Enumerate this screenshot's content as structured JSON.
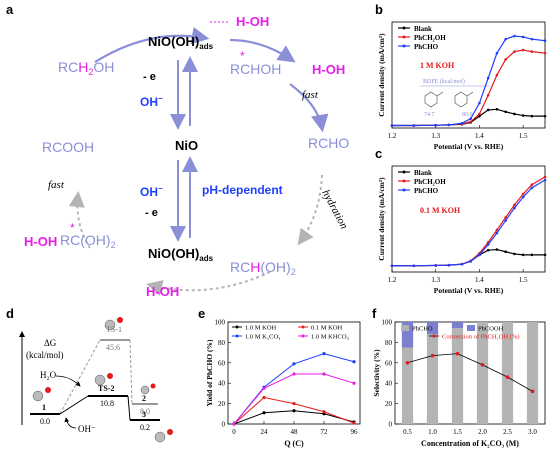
{
  "panel_labels": {
    "a": "a",
    "b": "b",
    "c": "c",
    "d": "d",
    "e": "e",
    "f": "f"
  },
  "scheme": {
    "nio": "NiO",
    "nioooh_top": "NiO(OH)",
    "nioooh_top_sub": "ads",
    "nioooh_bottom": "NiO(OH)",
    "nioooh_bottom_sub": "ads",
    "minus_e_top": "- e",
    "oh_top": "OH",
    "oh_bottom": "OH",
    "minus_e_bottom": "- e",
    "h_oh": "H-OH",
    "fast": "fast",
    "hydration": "hydration",
    "ph_dependent": "pH-dependent",
    "species": {
      "rch2oh_r": "R",
      "rch2oh_c": "C",
      "rch2oh_h2": "H",
      "rch2oh_2": "2",
      "rch2oh_oh": "OH",
      "rchoh_r": "R",
      "rchoh_c": "C",
      "rchoh_h": "H",
      "rchoh_oh": "OH",
      "rchoh_dot": "*",
      "rcho": "RCHO",
      "rchoh2_rc": "RC",
      "rchoh2_h": "H",
      "rchoh2_oh": "(OH)",
      "rchoh2_2": "2",
      "rcoh2_r": "R",
      "rcoh2_c": "C",
      "rcoh2_oh": "(OH)",
      "rcoh2_2": "2",
      "rcoh2_dot": "*",
      "rcooh": "RCOOH"
    }
  },
  "panel_b": {
    "condition": "1 M KOH",
    "bdfe_title": "BDFE (kcal/mol)",
    "bdfe_values": [
      "74.7",
      "80.6"
    ]
  },
  "panel_c": {
    "condition": "0.1 M KOH"
  },
  "panel_d": {
    "axis_label_top": "ΔG",
    "axis_label_bottom": "(kcal/mol)",
    "states": [
      {
        "label": "1",
        "value": "0.0"
      },
      {
        "label": "TS-1",
        "value": "45.6"
      },
      {
        "label": "TS-2",
        "value": "10.8"
      },
      {
        "label": "2",
        "value": "8.0"
      },
      {
        "label": "3",
        "value": "0.2"
      }
    ],
    "h2o": "H₂O",
    "oh": "OH⁻"
  },
  "colors": {
    "black": "#000000",
    "red": "#e41a1c",
    "blue": "#1f3fff",
    "magenta": "#e61ee6",
    "lavender": "#8a8fd8",
    "gray": "#b4b4b4",
    "purple": "#7b7fd0"
  },
  "chart_data": [
    {
      "type": "line",
      "panel": "b",
      "xlabel": "Potential (V vs. RHE)",
      "ylabel": "Current density (mA/cm²)",
      "xlim": [
        1.2,
        1.55
      ],
      "xticks": [
        "1.2",
        "1.3",
        "1.4",
        "1.5"
      ],
      "legend_position": "top-left",
      "series": [
        {
          "name": "Blank",
          "color": "#000000",
          "x": [
            1.2,
            1.25,
            1.3,
            1.33,
            1.36,
            1.38,
            1.4,
            1.42,
            1.44,
            1.46,
            1.48,
            1.5,
            1.52,
            1.55
          ],
          "y": [
            0.08,
            0.08,
            0.09,
            0.1,
            0.12,
            0.18,
            0.38,
            0.58,
            0.6,
            0.52,
            0.45,
            0.4,
            0.38,
            0.38
          ]
        },
        {
          "name": "PhCH₂OH",
          "color": "#e41a1c",
          "x": [
            1.2,
            1.25,
            1.3,
            1.33,
            1.36,
            1.38,
            1.4,
            1.42,
            1.44,
            1.46,
            1.48,
            1.5,
            1.52,
            1.55
          ],
          "y": [
            0.08,
            0.08,
            0.09,
            0.1,
            0.13,
            0.2,
            0.45,
            1.05,
            1.7,
            2.2,
            2.45,
            2.5,
            2.45,
            2.4
          ]
        },
        {
          "name": "PhCHO",
          "color": "#1f3fff",
          "x": [
            1.2,
            1.25,
            1.3,
            1.33,
            1.36,
            1.38,
            1.4,
            1.42,
            1.44,
            1.46,
            1.48,
            1.5,
            1.52,
            1.55
          ],
          "y": [
            0.08,
            0.08,
            0.09,
            0.1,
            0.15,
            0.3,
            0.8,
            1.6,
            2.4,
            2.85,
            2.95,
            2.92,
            2.85,
            2.8
          ]
        }
      ]
    },
    {
      "type": "line",
      "panel": "c",
      "xlabel": "Potential (V vs. RHE)",
      "ylabel": "Current density (mA/cm²)",
      "xlim": [
        1.2,
        1.55
      ],
      "xticks": [
        "1.2",
        "1.3",
        "1.4",
        "1.5"
      ],
      "legend_position": "top-left",
      "series": [
        {
          "name": "Blank",
          "color": "#000000",
          "x": [
            1.2,
            1.25,
            1.3,
            1.33,
            1.36,
            1.38,
            1.4,
            1.42,
            1.44,
            1.46,
            1.48,
            1.5,
            1.52,
            1.55
          ],
          "y": [
            0.2,
            0.2,
            0.21,
            0.22,
            0.25,
            0.35,
            0.55,
            0.7,
            0.72,
            0.65,
            0.58,
            0.55,
            0.55,
            0.55
          ]
        },
        {
          "name": "PhCH₂OH",
          "color": "#e41a1c",
          "x": [
            1.2,
            1.25,
            1.3,
            1.33,
            1.36,
            1.38,
            1.4,
            1.42,
            1.44,
            1.46,
            1.48,
            1.5,
            1.52,
            1.55
          ],
          "y": [
            0.2,
            0.2,
            0.21,
            0.22,
            0.25,
            0.36,
            0.6,
            0.95,
            1.35,
            1.75,
            2.15,
            2.5,
            2.8,
            3.05
          ]
        },
        {
          "name": "PhCHO",
          "color": "#1f3fff",
          "x": [
            1.2,
            1.25,
            1.3,
            1.33,
            1.36,
            1.38,
            1.4,
            1.42,
            1.44,
            1.46,
            1.48,
            1.5,
            1.52,
            1.55
          ],
          "y": [
            0.2,
            0.2,
            0.21,
            0.22,
            0.25,
            0.34,
            0.55,
            0.88,
            1.25,
            1.65,
            2.05,
            2.4,
            2.7,
            2.95
          ]
        }
      ]
    },
    {
      "type": "line",
      "panel": "e",
      "xlabel": "Q (C)",
      "ylabel": "Yield of PhCHO (%)",
      "x": [
        0,
        24,
        48,
        72,
        96
      ],
      "ylim": [
        0,
        100
      ],
      "yticks": [
        "0",
        "20",
        "40",
        "60",
        "80",
        "100"
      ],
      "xticks": [
        "0",
        "24",
        "48",
        "72",
        "96"
      ],
      "legend_position": "top",
      "series": [
        {
          "name": "1.0 M KOH",
          "color": "#000000",
          "values": [
            0,
            11,
            13,
            10,
            2
          ]
        },
        {
          "name": "0.1 M KOH",
          "color": "#e41a1c",
          "values": [
            0,
            26,
            20,
            12,
            1
          ]
        },
        {
          "name": "1.0 M K₂CO₃",
          "color": "#1f3fff",
          "values": [
            0,
            36,
            59,
            69,
            61
          ]
        },
        {
          "name": "1.0 M KHCO₃",
          "color": "#e61ee6",
          "values": [
            0,
            35,
            49,
            49,
            40
          ]
        }
      ]
    },
    {
      "type": "bar",
      "panel": "f",
      "xlabel": "Concentration of K₂CO₃ (M)",
      "ylabel": "Selectivity (%)",
      "categories": [
        "0.5",
        "1.0",
        "1.5",
        "2.0",
        "2.5",
        "3.0"
      ],
      "ylim": [
        0,
        100
      ],
      "yticks": [
        "0",
        "20",
        "40",
        "60",
        "80",
        "100"
      ],
      "legend_position": "top",
      "series": [
        {
          "name": "PhCHO",
          "color": "#b4b4b4",
          "values": [
            75,
            88,
            94,
            100,
            100,
            100
          ]
        },
        {
          "name": "PhCOOH",
          "color": "#7b7fd0",
          "values": [
            25,
            12,
            6,
            0,
            0,
            0
          ]
        },
        {
          "name": "Conversion of PhCH₂OH (%)",
          "type": "line",
          "color": "#e41a1c",
          "values": [
            60,
            67,
            69,
            58,
            46,
            32
          ]
        }
      ]
    }
  ]
}
